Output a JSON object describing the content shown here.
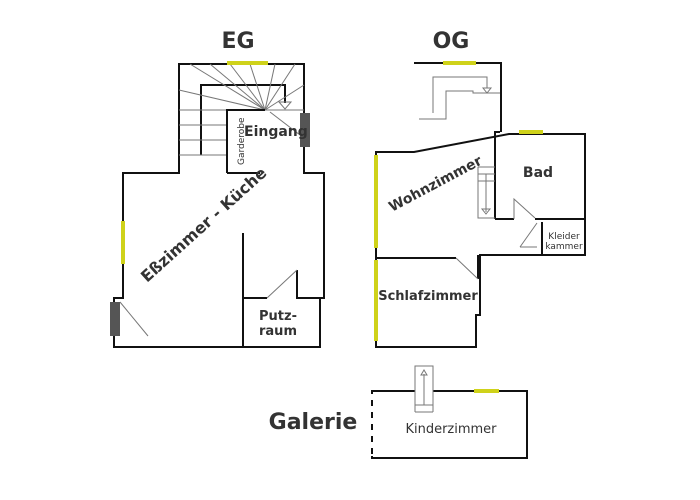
{
  "floors": {
    "eg": {
      "title": "EG",
      "rooms": {
        "garderobe": "Garderobe",
        "eingang": "Eingang",
        "esszimmer": "Eßzimmer - Küche",
        "putz1": "Putz-",
        "putz2": "raum"
      }
    },
    "og": {
      "title": "OG",
      "rooms": {
        "wohnzimmer": "Wohnzimmer",
        "bad": "Bad",
        "kleider1": "Kleider",
        "kleider2": "kammer",
        "schlafzimmer": "Schlafzimmer"
      }
    },
    "galerie": {
      "title": "Galerie",
      "rooms": {
        "kinderzimmer": "Kinderzimmer"
      }
    }
  },
  "colors": {
    "window": "#cfd21a",
    "door": "#555555",
    "wall": "#111111"
  }
}
